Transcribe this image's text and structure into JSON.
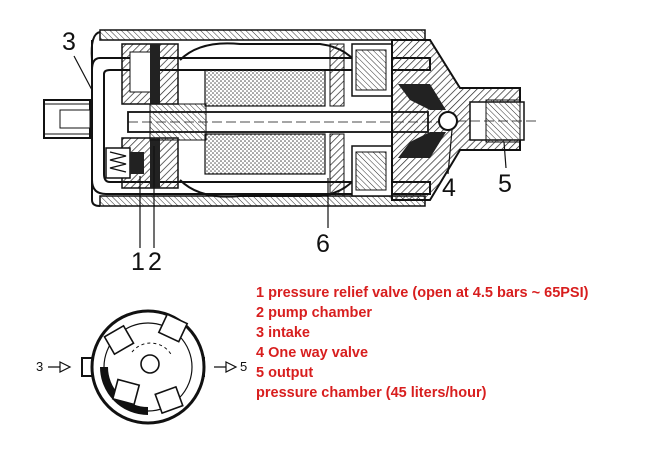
{
  "diagram": {
    "callouts": {
      "c1": "1",
      "c2": "2",
      "c3": "3",
      "c4": "4",
      "c5": "5",
      "c6": "6"
    },
    "small_view": {
      "in_label": "3",
      "out_label": "5"
    },
    "legend": [
      "1 pressure relief valve (open at 4.5 bars ~ 65PSI)",
      "2 pump chamber",
      "3 intake",
      "4 One way valve",
      "5 output",
      "pressure chamber (45 liters/hour)"
    ],
    "colors": {
      "legend_text": "#d81e1e",
      "ink": "#111111"
    }
  }
}
